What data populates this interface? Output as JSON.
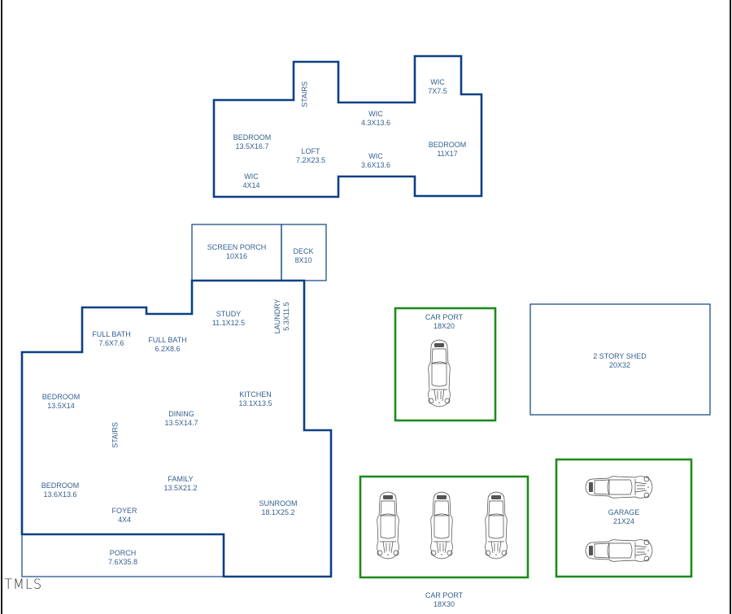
{
  "colors": {
    "wall": "#0b3f86",
    "thin_wall": "#1c4f8c",
    "outbuilding_border": "#1e8a1e",
    "label_text": "#35618f",
    "background": "#ffffff"
  },
  "watermark": {
    "text": "TMLS"
  },
  "upper_floor": {
    "rooms": [
      {
        "name": "STAIRS",
        "dims": ""
      },
      {
        "name": "WIC",
        "dims": "7X7.5"
      },
      {
        "name": "WIC",
        "dims": "4.3X13.6"
      },
      {
        "name": "BEDROOM",
        "dims": "13.5X16.7"
      },
      {
        "name": "LOFT",
        "dims": "7.2X23.5"
      },
      {
        "name": "WIC",
        "dims": "3.6X13.6"
      },
      {
        "name": "BEDROOM",
        "dims": "11X17"
      },
      {
        "name": "WIC",
        "dims": "4X14"
      }
    ]
  },
  "main_floor": {
    "rooms": [
      {
        "name": "SCREEN PORCH",
        "dims": "10X16"
      },
      {
        "name": "DECK",
        "dims": "8X10"
      },
      {
        "name": "STUDY",
        "dims": "11.1X12.5"
      },
      {
        "name": "LAUNDRY",
        "dims": "5.3X11.5"
      },
      {
        "name": "FULL BATH",
        "dims": "7.6X7.6"
      },
      {
        "name": "FULL BATH",
        "dims": "6.2X8.6"
      },
      {
        "name": "KITCHEN",
        "dims": "13.1X13.5"
      },
      {
        "name": "BEDROOM",
        "dims": "13.5X14"
      },
      {
        "name": "DINING",
        "dims": "13.5X14.7"
      },
      {
        "name": "STAIRS",
        "dims": ""
      },
      {
        "name": "FAMILY",
        "dims": "13.5X21.2"
      },
      {
        "name": "BEDROOM",
        "dims": "13.6X13.6"
      },
      {
        "name": "FOYER",
        "dims": "4X4"
      },
      {
        "name": "SUNROOM",
        "dims": "18.1X25.2"
      },
      {
        "name": "PORCH",
        "dims": "7.6X35.8"
      }
    ]
  },
  "outbuildings": [
    {
      "name": "CAR PORT",
      "dims": "18X20",
      "cars": 1
    },
    {
      "name": "2 STORY SHED",
      "dims": "20X32",
      "cars": 0
    },
    {
      "name": "CAR PORT",
      "dims": "18X30",
      "cars": 3
    },
    {
      "name": "GARAGE",
      "dims": "21X24",
      "cars": 2
    }
  ]
}
